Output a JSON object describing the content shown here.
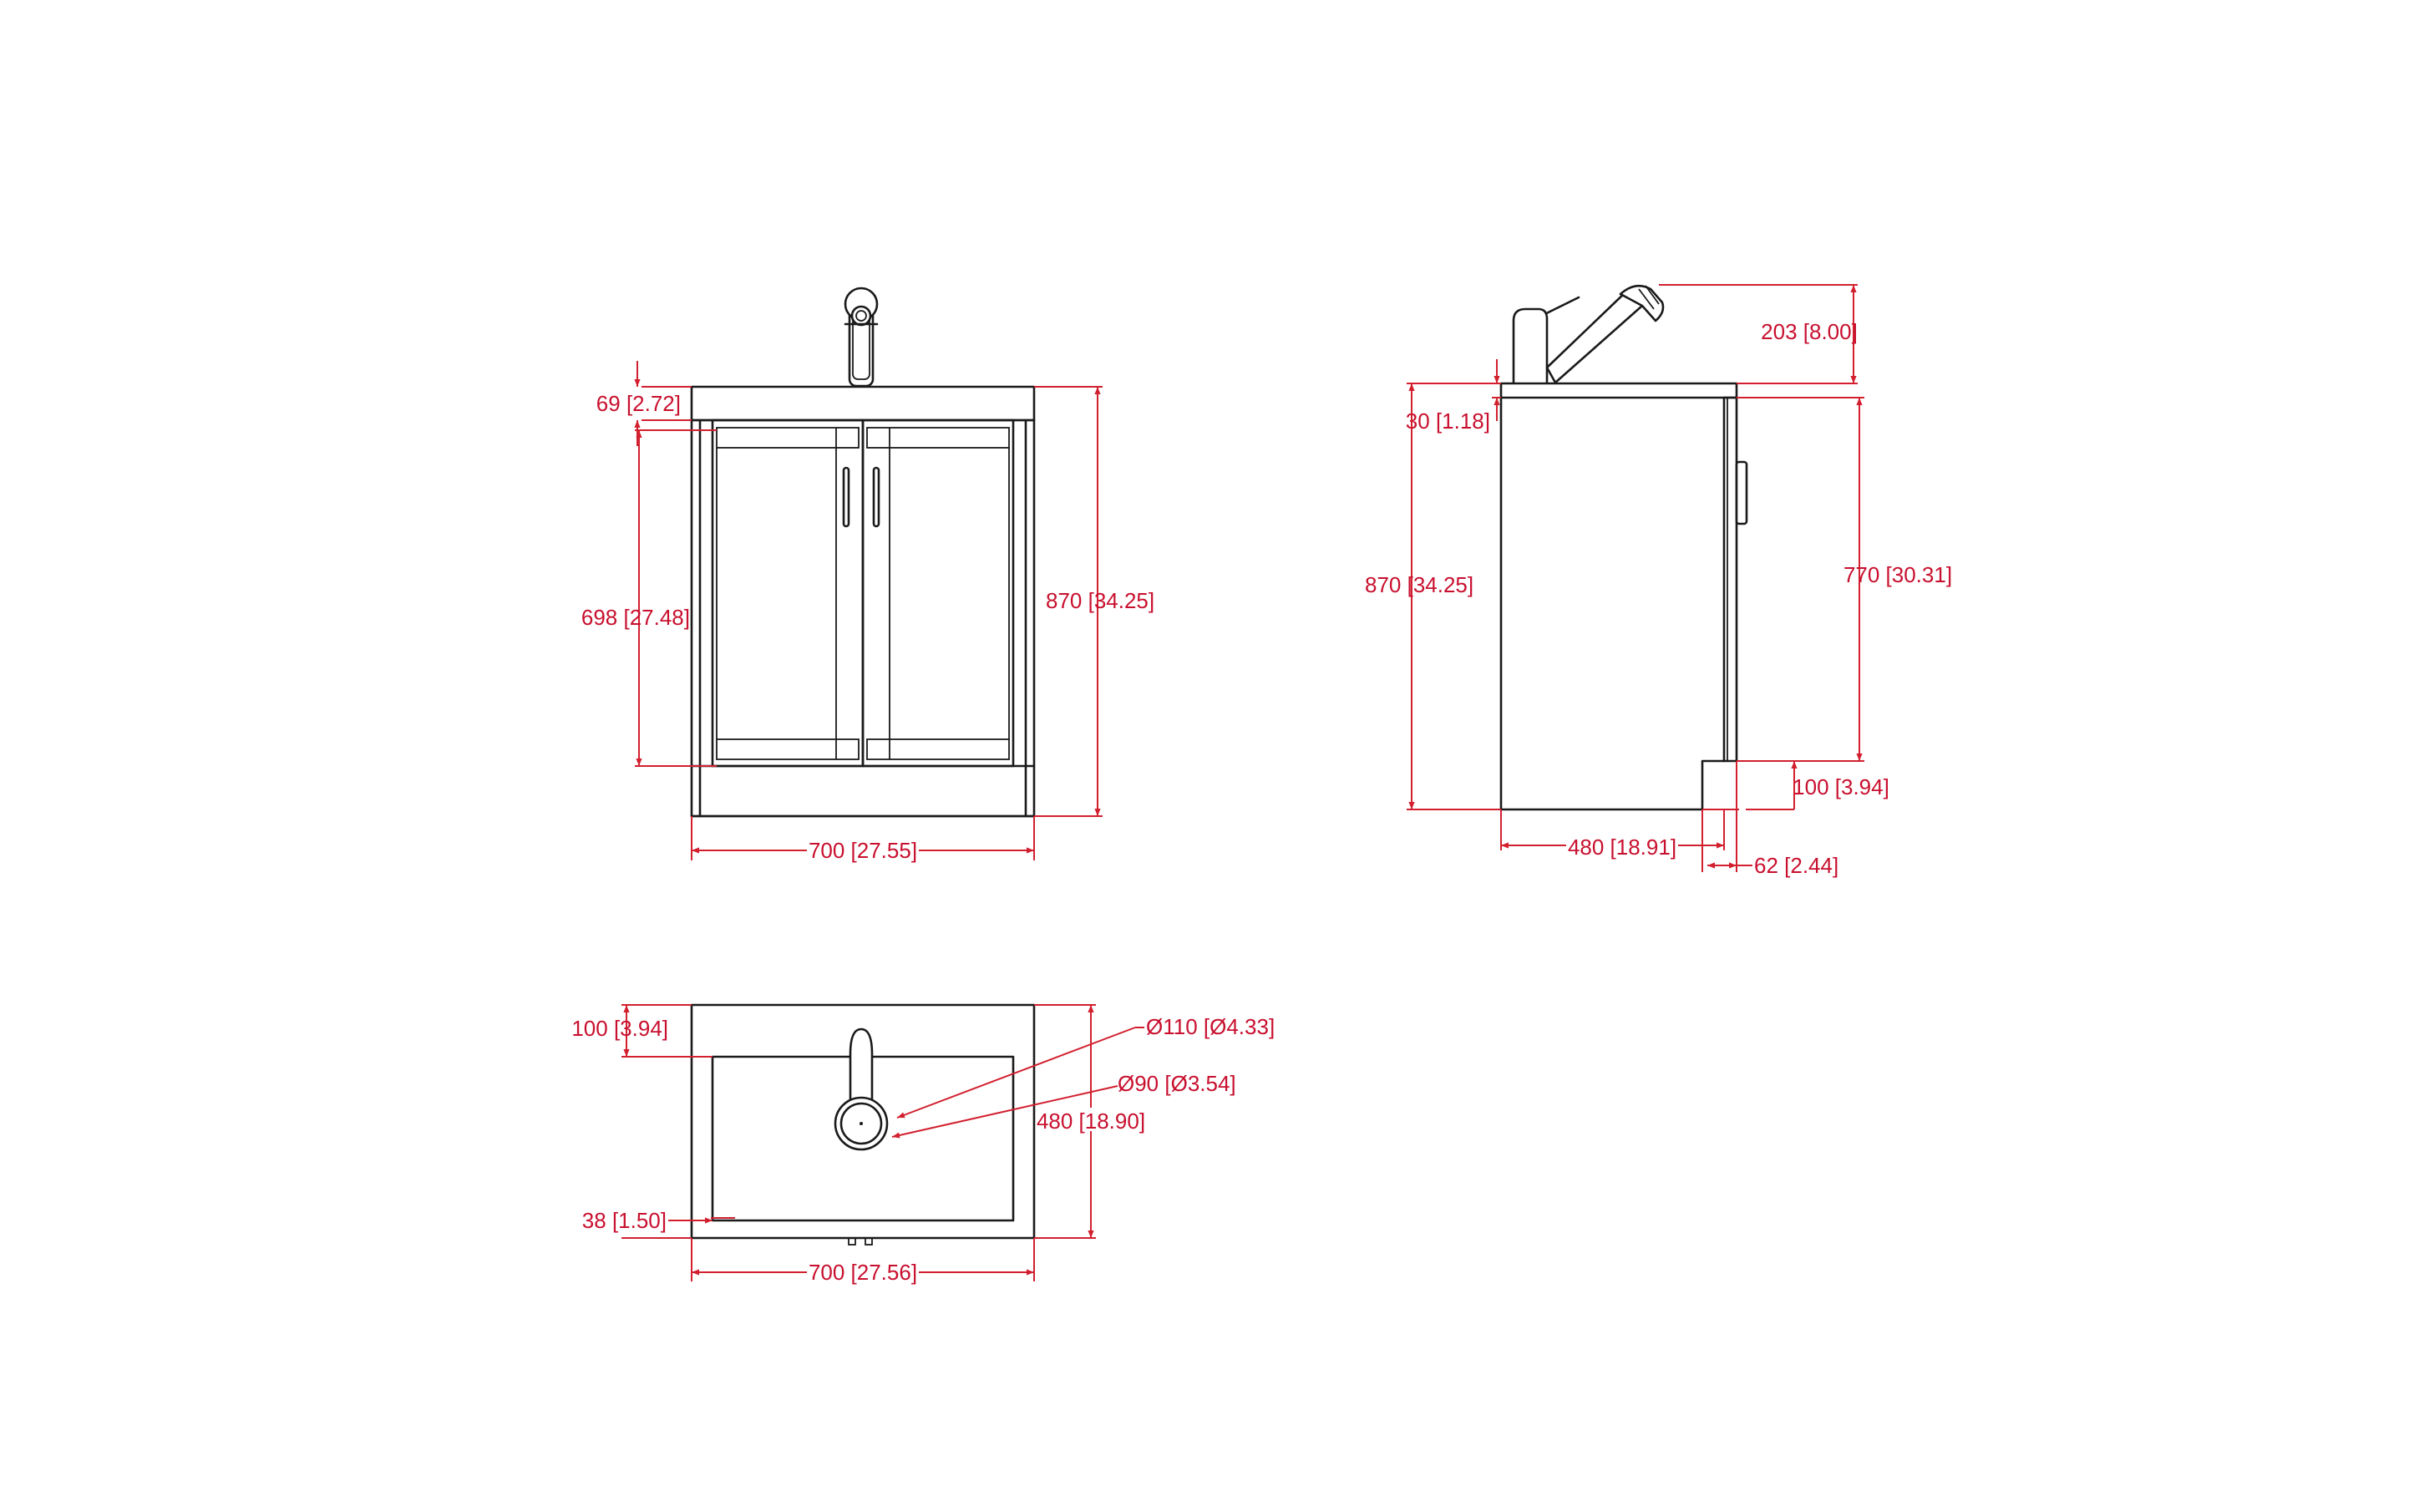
{
  "colors": {
    "object_lines": "#1a1a1a",
    "dimension_lines": "#d2202f",
    "dimension_text": "#c8102e",
    "background": "#ffffff"
  },
  "views": {
    "front": {
      "dims": {
        "basin_height": "69 [2.72]",
        "door_height": "698 [27.48]",
        "overall_height": "870 [34.25]",
        "overall_width": "700 [27.55]"
      }
    },
    "side": {
      "dims": {
        "tap_height": "203 [8.00]",
        "basin_lip": "30 [1.18]",
        "overall_height": "870 [34.25]",
        "door_height": "770 [30.31]",
        "plinth_height": "100 [3.94]",
        "depth": "480 [18.91]",
        "plinth_recess": "62 [2.44]"
      }
    },
    "top": {
      "dims": {
        "rear_margin": "100 [3.94]",
        "tap_hole": "Ø110 [Ø4.33]",
        "waste_hole": "Ø90 [Ø3.54]",
        "depth": "480 [18.90]",
        "front_margin": "38 [1.50]",
        "width": "700 [27.56]"
      }
    }
  }
}
